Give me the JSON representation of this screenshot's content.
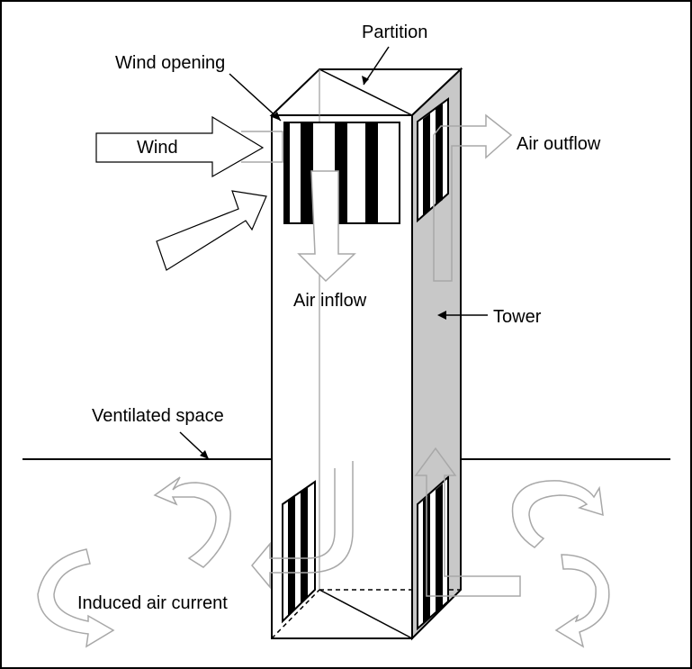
{
  "diagram": {
    "labels": {
      "partition": "Partition",
      "wind_opening": "Wind opening",
      "wind": "Wind",
      "air_outflow": "Air outflow",
      "air_inflow": "Air inflow",
      "tower": "Tower",
      "ventilated_space": "Ventilated space",
      "induced_air_current": "Induced air current"
    },
    "colors": {
      "outline": "#000000",
      "shaded_face": "#c8c8c8",
      "flow_arrow": "#a8a8a8",
      "louver": "#000000",
      "background": "#ffffff"
    }
  }
}
